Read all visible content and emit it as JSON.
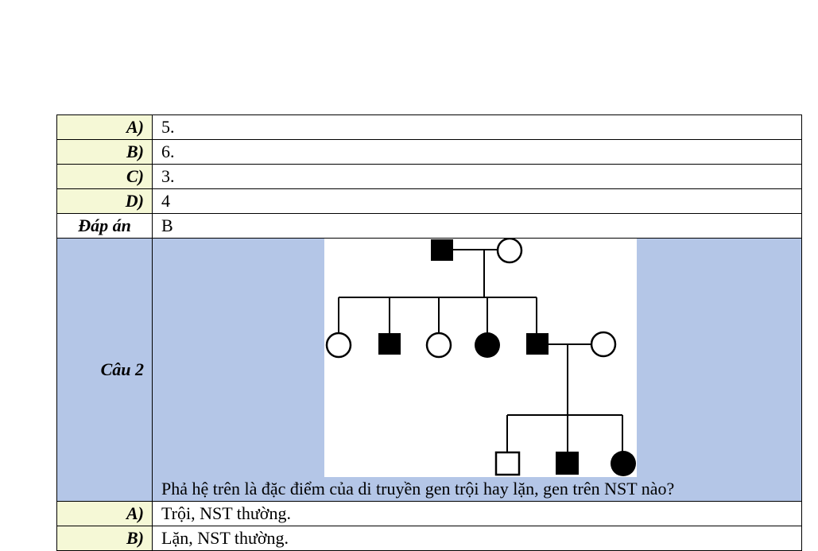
{
  "block1": {
    "options": [
      {
        "label": "A)",
        "text": "5."
      },
      {
        "label": "B)",
        "text": "6."
      },
      {
        "label": "C)",
        "text": "3."
      },
      {
        "label": "D)",
        "text": "4"
      }
    ],
    "answer_label": "Đáp án",
    "answer": "B"
  },
  "question2": {
    "label": "Câu 2",
    "text": "Phả hệ trên là đặc điểm của di truyền gen trội hay lặn, gen trên NST nào?",
    "options": [
      {
        "label": "A)",
        "text": "Trội, NST thường."
      },
      {
        "label": "B)",
        "text": "Lặn, NST thường."
      }
    ]
  },
  "colors": {
    "option_label_bg": "#f5f8d6",
    "question_bg": "#b4c6e7"
  }
}
